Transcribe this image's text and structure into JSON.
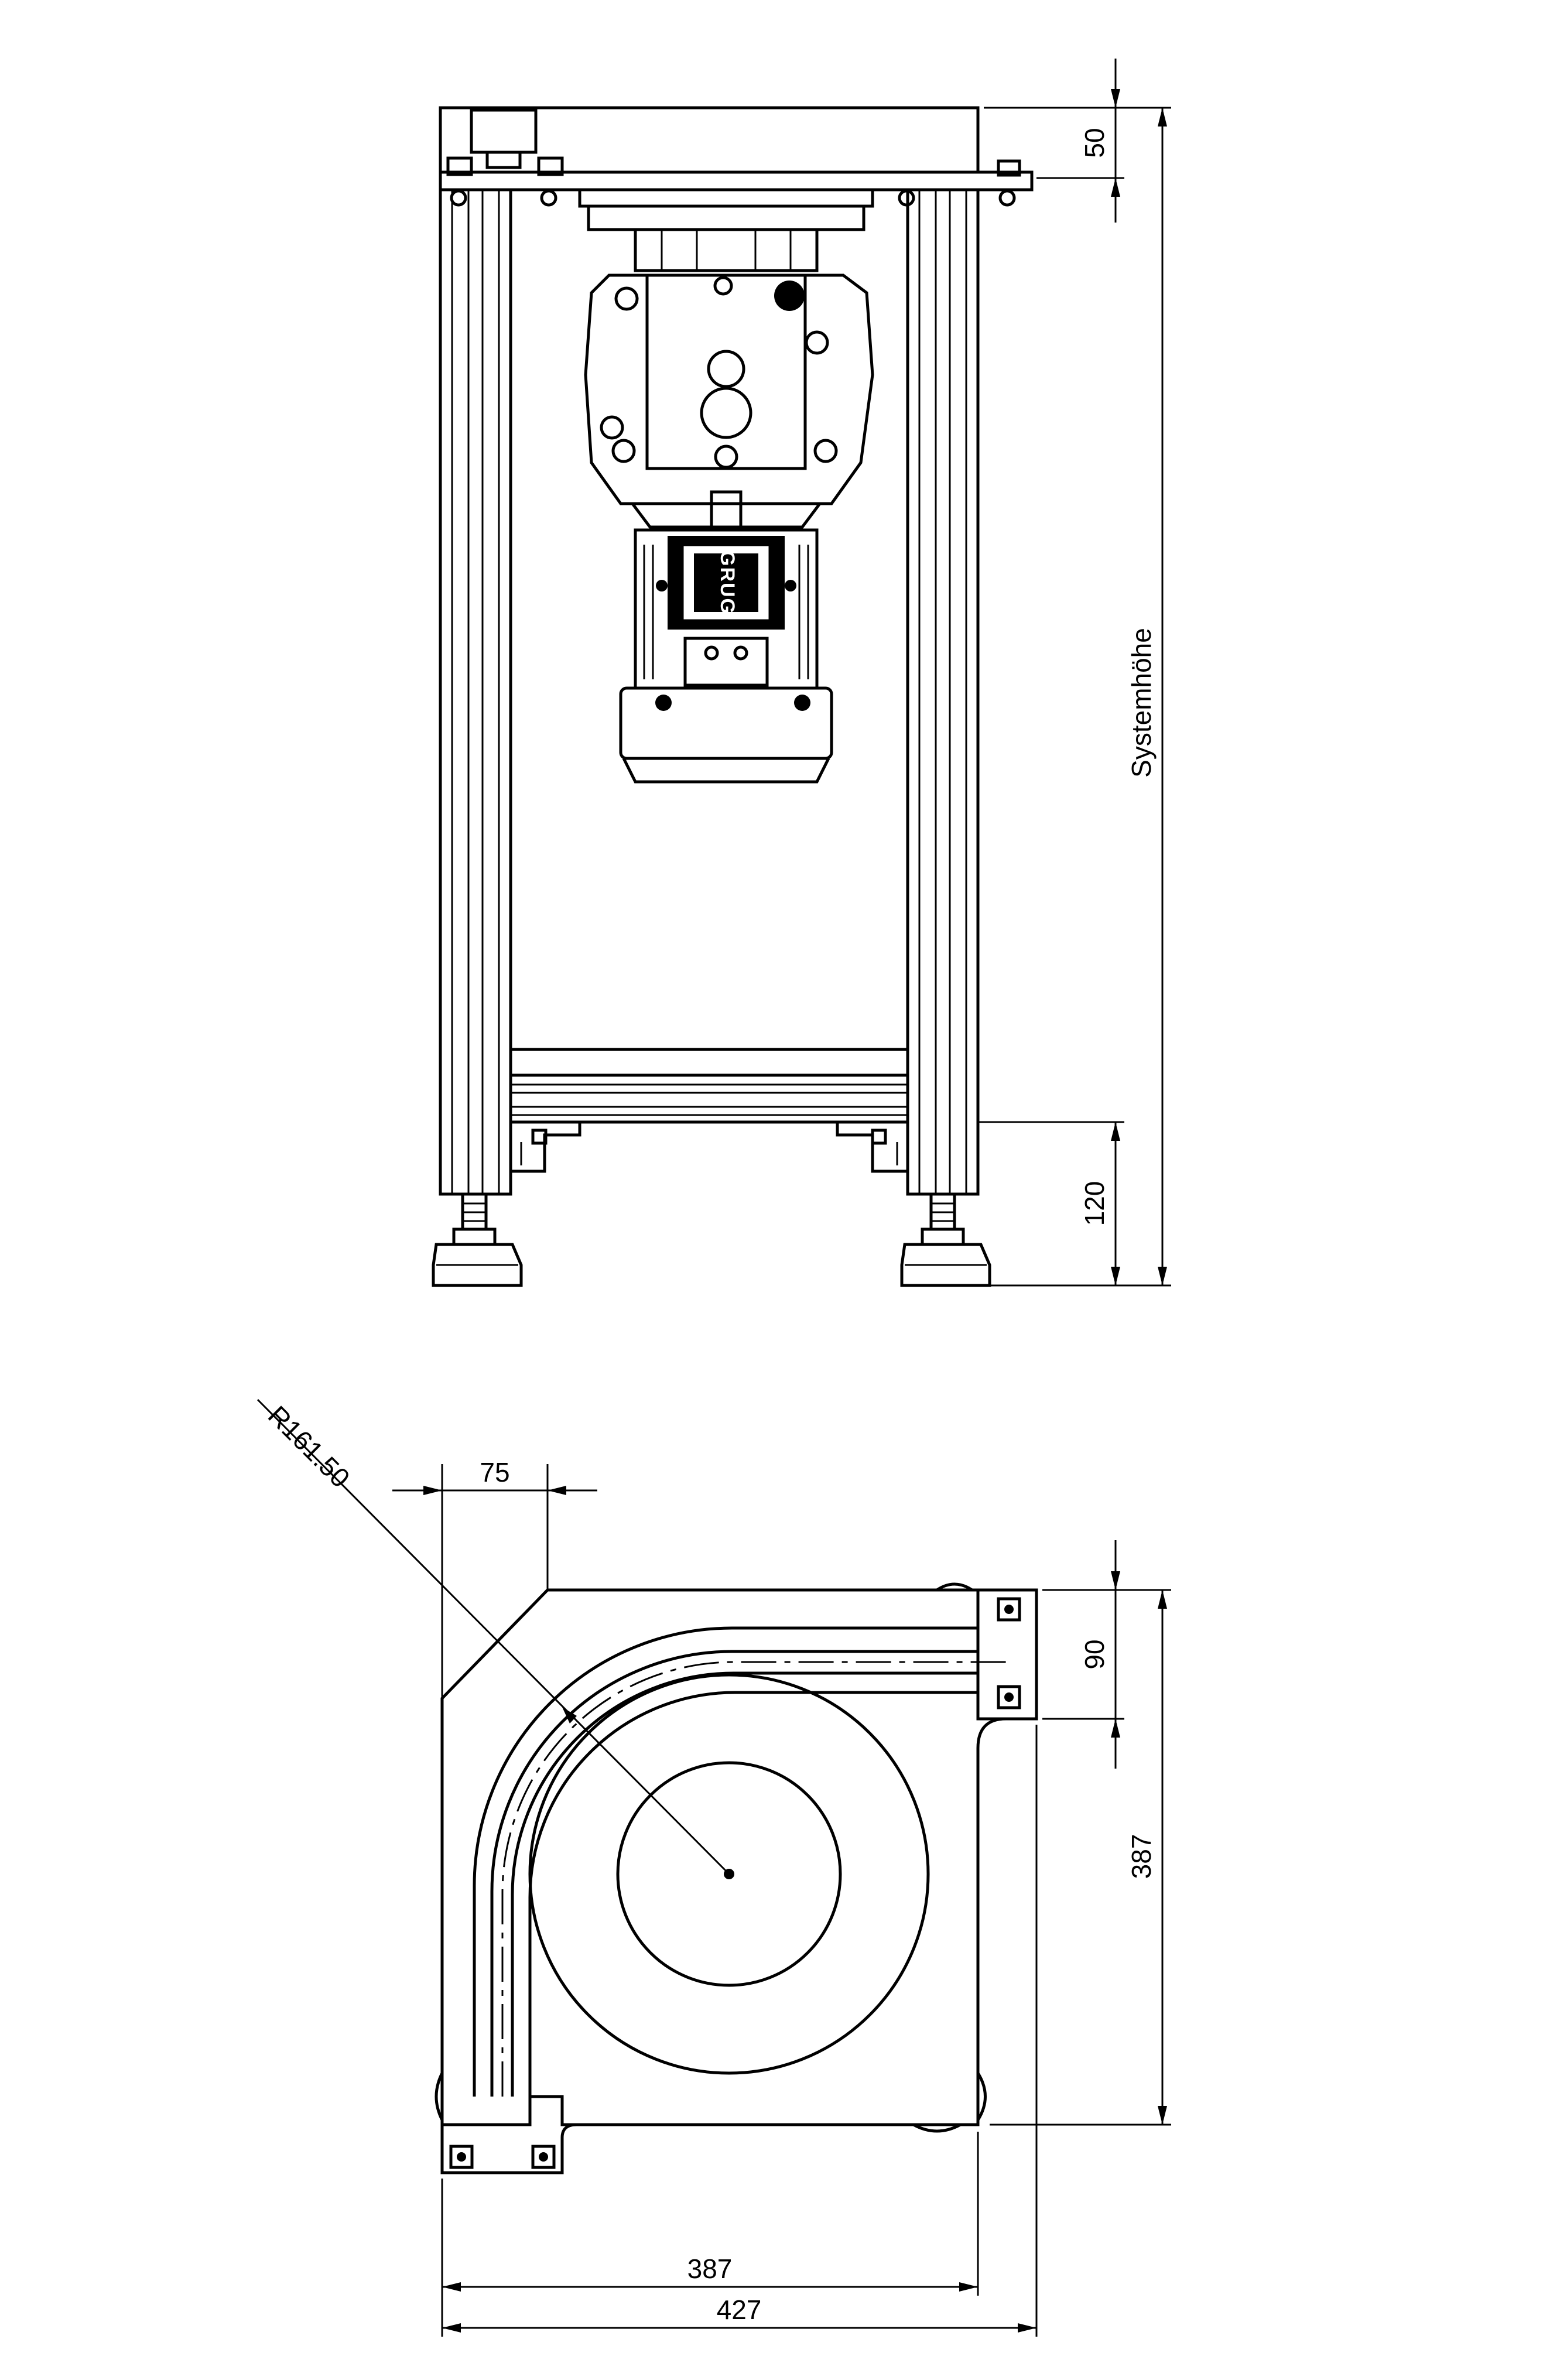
{
  "front_view": {
    "dim_top": "50",
    "dim_system_height": "Systemhöhe",
    "dim_bottom": "120",
    "motor_logo": "GRUG"
  },
  "top_view": {
    "dim_radius": "R161.50",
    "dim_width_small": "75",
    "dim_right_top": "90",
    "dim_right_main": "387",
    "dim_bottom_inner": "387",
    "dim_bottom_outer": "427"
  },
  "colors": {
    "line": "#000000",
    "background": "#ffffff"
  }
}
